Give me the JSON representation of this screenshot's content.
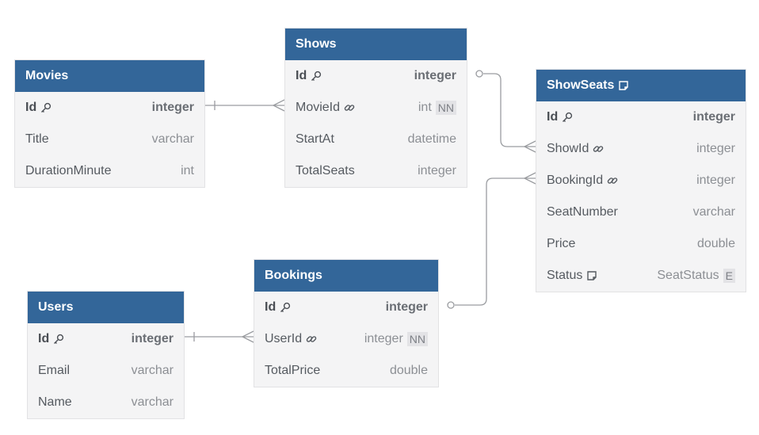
{
  "tables": {
    "movies": {
      "name": "Movies",
      "fields": [
        {
          "name": "Id",
          "type": "integer"
        },
        {
          "name": "Title",
          "type": "varchar"
        },
        {
          "name": "DurationMinute",
          "type": "int"
        }
      ]
    },
    "shows": {
      "name": "Shows",
      "fields": [
        {
          "name": "Id",
          "type": "integer"
        },
        {
          "name": "MovieId",
          "type": "int",
          "badge": "NN"
        },
        {
          "name": "StartAt",
          "type": "datetime"
        },
        {
          "name": "TotalSeats",
          "type": "integer"
        }
      ]
    },
    "showseats": {
      "name": "ShowSeats",
      "fields": [
        {
          "name": "Id",
          "type": "integer"
        },
        {
          "name": "ShowId",
          "type": "integer"
        },
        {
          "name": "BookingId",
          "type": "integer"
        },
        {
          "name": "SeatNumber",
          "type": "varchar"
        },
        {
          "name": "Price",
          "type": "double"
        },
        {
          "name": "Status",
          "type": "SeatStatus",
          "badge": "E"
        }
      ]
    },
    "bookings": {
      "name": "Bookings",
      "fields": [
        {
          "name": "Id",
          "type": "integer"
        },
        {
          "name": "UserId",
          "type": "integer",
          "badge": "NN"
        },
        {
          "name": "TotalPrice",
          "type": "double"
        }
      ]
    },
    "users": {
      "name": "Users",
      "fields": [
        {
          "name": "Id",
          "type": "integer"
        },
        {
          "name": "Email",
          "type": "varchar"
        },
        {
          "name": "Name",
          "type": "varchar"
        }
      ]
    }
  },
  "icons": {
    "primary_key": "key-icon",
    "foreign_key": "link-icon",
    "note": "note-icon"
  },
  "colors": {
    "header": "#336699",
    "header_text": "#ffffff",
    "body": "#f4f4f5",
    "connector": "#9a9ca0"
  }
}
